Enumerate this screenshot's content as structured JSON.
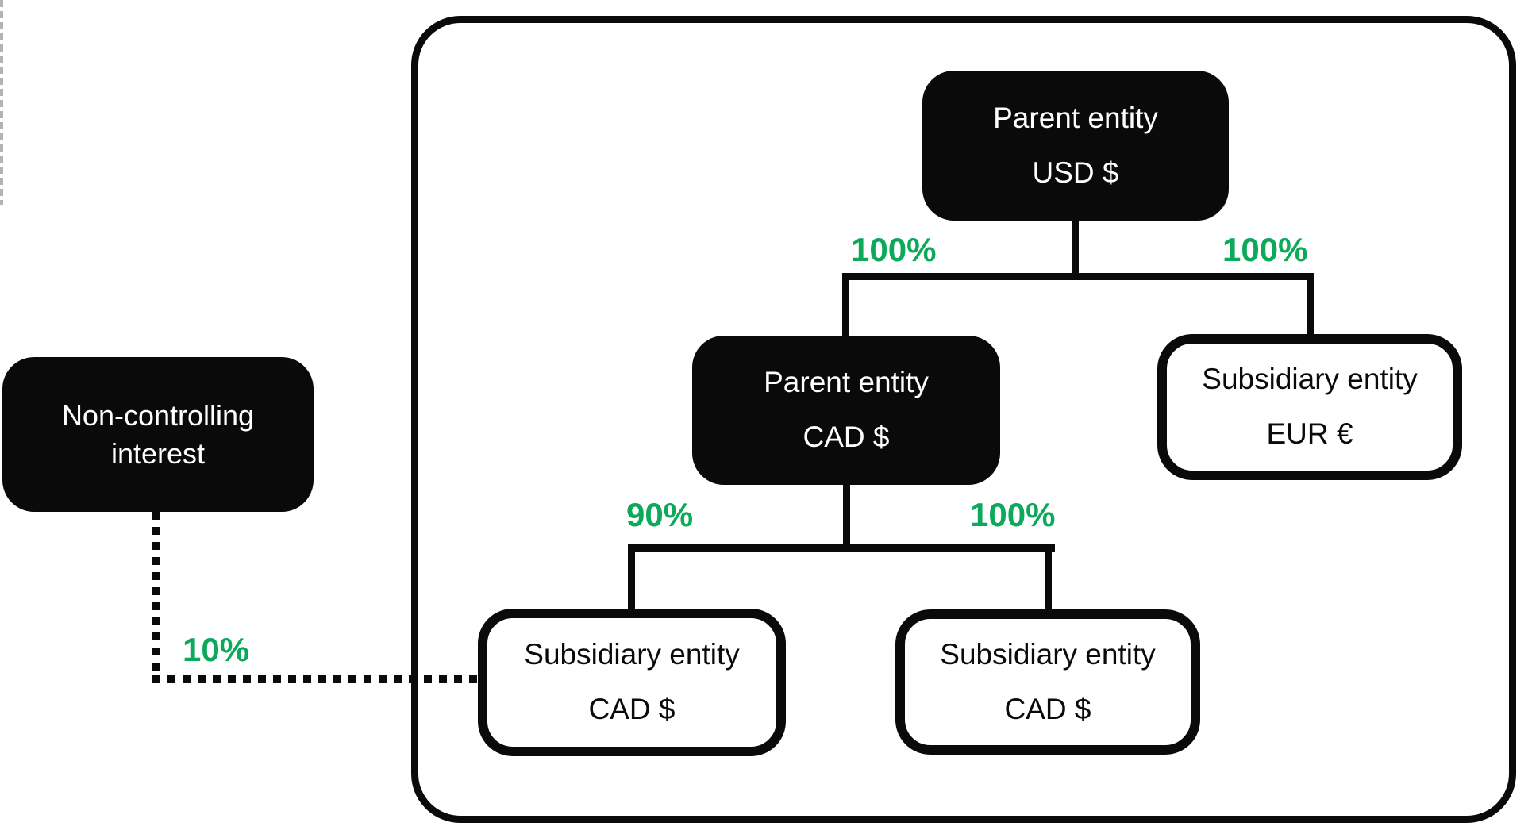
{
  "diagram": {
    "type": "group-ownership-structure",
    "colors": {
      "node_fill_black": "#0a0a0a",
      "node_text_white": "#ffffff",
      "node_text_black": "#0a0a0a",
      "ownership_label_green": "#0ca95b",
      "background": "#ffffff"
    },
    "nodes": {
      "parent_usd": {
        "line1": "Parent entity",
        "line2": "USD $",
        "fill": "black"
      },
      "parent_cad": {
        "line1": "Parent entity",
        "line2": "CAD $",
        "fill": "black"
      },
      "sub_eur": {
        "line1": "Subsidiary entity",
        "line2": "EUR €",
        "fill": "white"
      },
      "sub_cad_left": {
        "line1": "Subsidiary entity",
        "line2": "CAD $",
        "fill": "white"
      },
      "sub_cad_right": {
        "line1": "Subsidiary entity",
        "line2": "CAD $",
        "fill": "white"
      },
      "nci": {
        "line1": "Non-controlling",
        "line2": "interest",
        "fill": "black"
      }
    },
    "edges": {
      "usd_to_cad": {
        "from": "parent_usd",
        "to": "parent_cad",
        "label": "100%",
        "style": "solid"
      },
      "usd_to_eur": {
        "from": "parent_usd",
        "to": "sub_eur",
        "label": "100%",
        "style": "solid"
      },
      "cad_to_sub_left": {
        "from": "parent_cad",
        "to": "sub_cad_left",
        "label": "90%",
        "style": "solid"
      },
      "cad_to_sub_right": {
        "from": "parent_cad",
        "to": "sub_cad_right",
        "label": "100%",
        "style": "solid"
      },
      "nci_to_sub_left": {
        "from": "nci",
        "to": "sub_cad_left",
        "label": "10%",
        "style": "dotted"
      }
    }
  }
}
